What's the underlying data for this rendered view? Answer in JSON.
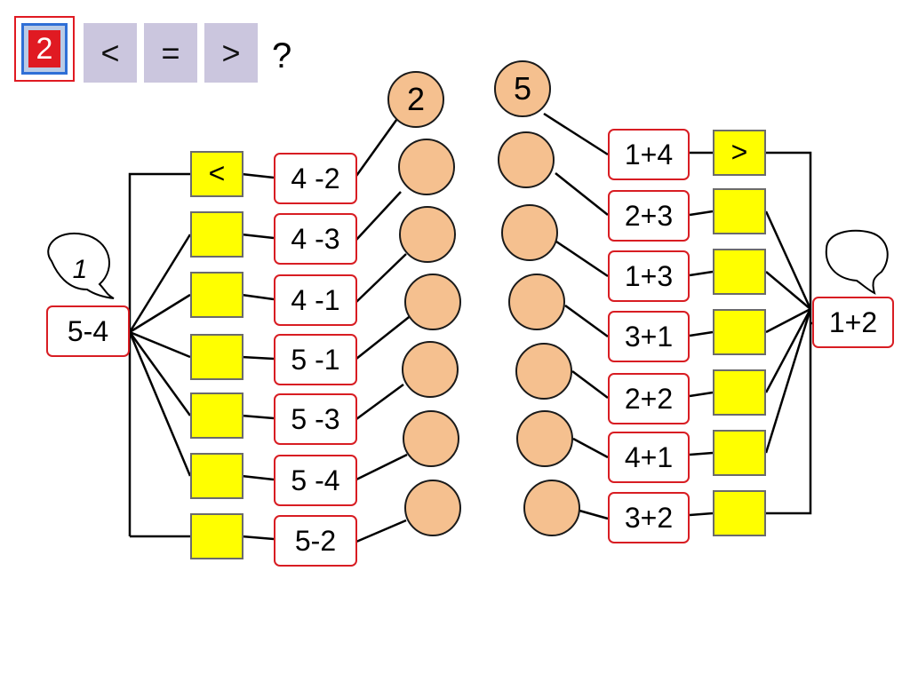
{
  "toolbar": {
    "number": "2",
    "ops": [
      "<",
      "=",
      ">"
    ],
    "question": "?"
  },
  "left": {
    "expressions": [
      "4 -2",
      "4 -3",
      "4 -1",
      "5 -1",
      "5 -3",
      "5 -4",
      "5-2"
    ],
    "signs": [
      "<",
      "",
      "",
      "",
      "",
      "",
      ""
    ],
    "circles": [
      "2",
      "",
      "",
      "",
      "",
      "",
      "",
      ""
    ],
    "target": "5-4",
    "bubble": "1"
  },
  "right": {
    "expressions": [
      "1+4",
      "2+3",
      "1+3",
      "3+1",
      "2+2",
      "4+1",
      "3+2"
    ],
    "signs": [
      ">",
      "",
      "",
      "",
      "",
      "",
      ""
    ],
    "circles": [
      "5",
      "",
      "",
      "",
      "",
      "",
      "",
      ""
    ],
    "target": "1+2",
    "bubble": ""
  },
  "colors": {
    "circle_fill": "#f5c08f",
    "slot_fill": "#ffff00",
    "card_border": "#d81d23",
    "button_fill": "#cbc6de"
  }
}
